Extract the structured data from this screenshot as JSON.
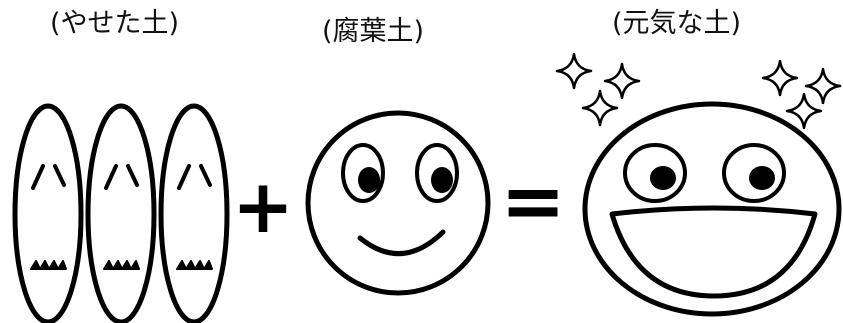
{
  "labels": {
    "poor_soil": "(やせた土)",
    "leaf_mold": "(腐葉土)",
    "healthy_soil": "(元気な土)"
  },
  "operators": {
    "plus": "+",
    "equals": "="
  },
  "colors": {
    "ink": "#000000",
    "background": "#ffffff"
  },
  "icons": {
    "poor_soil_face": "thin-oval-face-icon",
    "leaf_mold_face": "smiling-round-face-icon",
    "healthy_soil_face": "big-grin-face-icon",
    "sparkles": "sparkle-icon"
  }
}
